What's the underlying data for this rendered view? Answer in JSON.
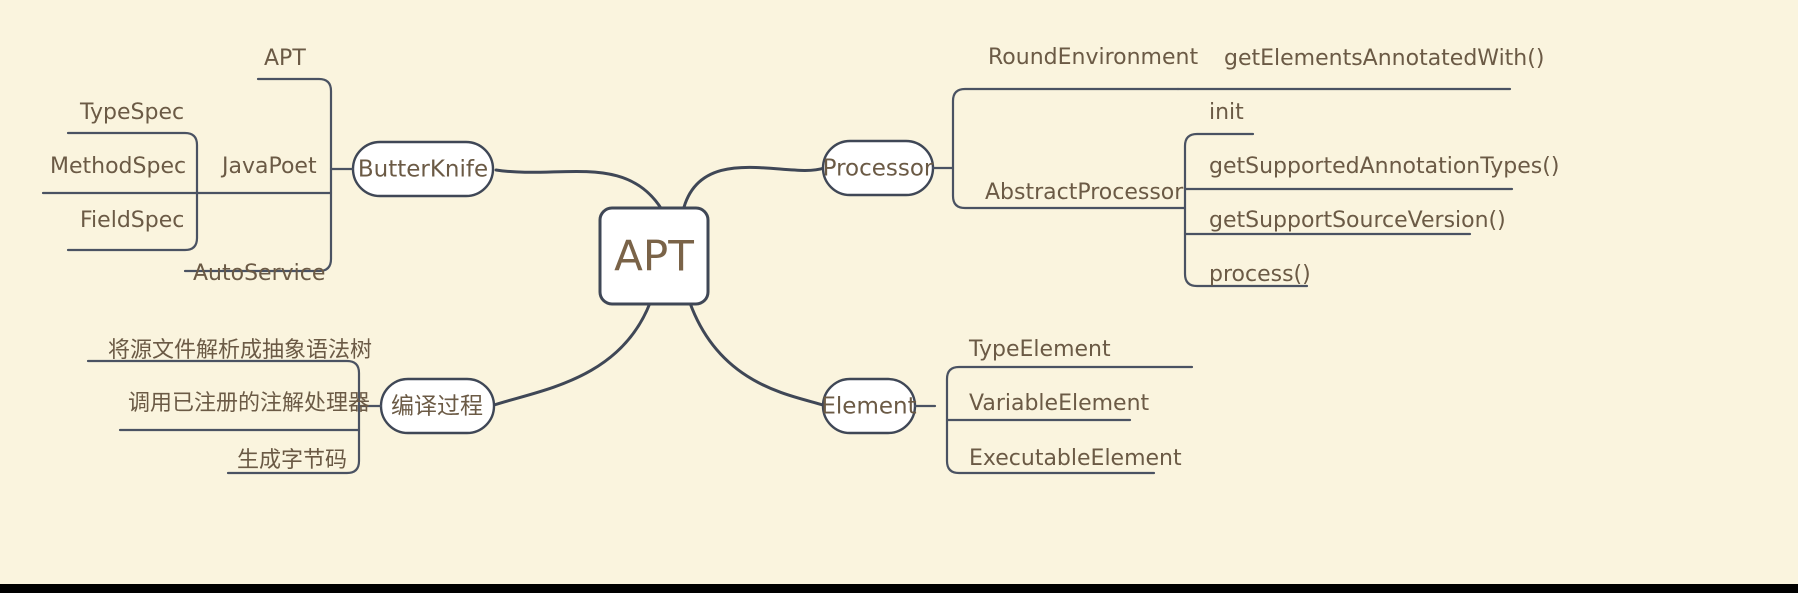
{
  "diagram": {
    "type": "mindmap",
    "title": "APT",
    "background_color": "#faf4de",
    "edge_color": "#3f4756",
    "text_color": "#6b5a45",
    "node_fill": "#ffffff",
    "root": {
      "label": "APT",
      "shape": "rounded-rect"
    },
    "branches": [
      {
        "id": "butterknife",
        "label": "ButterKnife",
        "side": "left",
        "children": [
          {
            "label": "APT",
            "children": []
          },
          {
            "label": "JavaPoet",
            "children": [
              {
                "label": "TypeSpec"
              },
              {
                "label": "MethodSpec"
              },
              {
                "label": "FieldSpec"
              }
            ]
          },
          {
            "label": "AutoService",
            "children": []
          }
        ]
      },
      {
        "id": "compile-process",
        "label": "编译过程",
        "side": "left",
        "children": [
          {
            "label": "将源文件解析成抽象语法树"
          },
          {
            "label": "调用已注册的注解处理器"
          },
          {
            "label": "生成字节码"
          }
        ]
      },
      {
        "id": "processor",
        "label": "Processor",
        "side": "right",
        "children": [
          {
            "label": "RoundEnvironment",
            "children": [
              {
                "label": "getElementsAnnotatedWith()"
              }
            ]
          },
          {
            "label": "AbstractProcessor",
            "children": [
              {
                "label": "init"
              },
              {
                "label": "getSupportedAnnotationTypes()"
              },
              {
                "label": "getSupportSourceVersion()"
              },
              {
                "label": "process()"
              }
            ]
          }
        ]
      },
      {
        "id": "element",
        "label": "Element",
        "side": "right",
        "children": [
          {
            "label": "TypeElement"
          },
          {
            "label": "VariableElement"
          },
          {
            "label": "ExecutableElement"
          }
        ]
      }
    ]
  }
}
